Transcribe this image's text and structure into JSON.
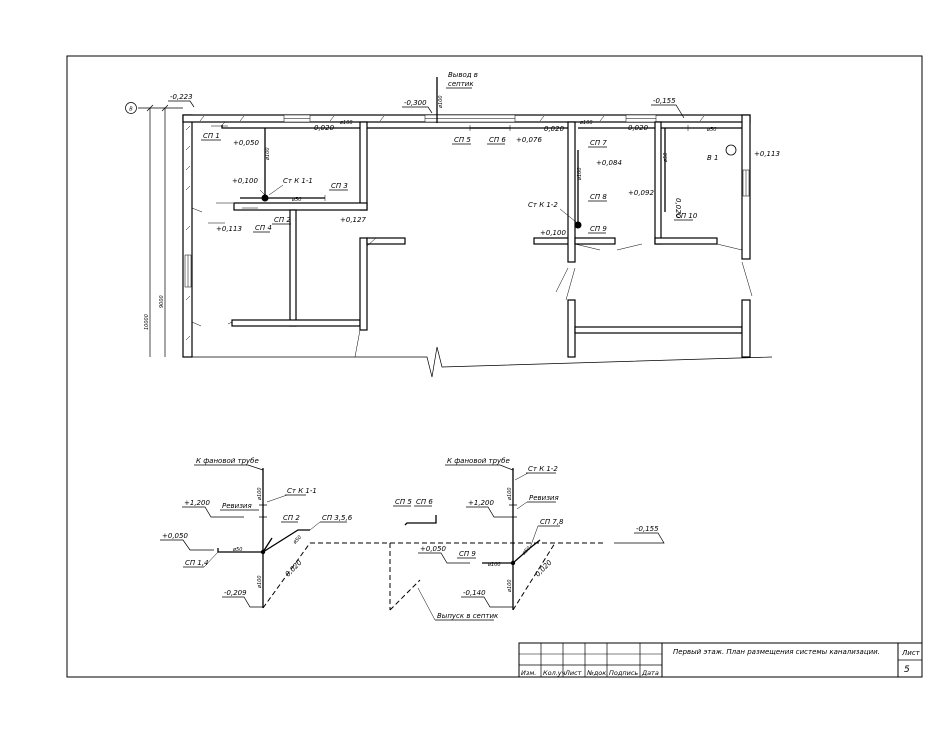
{
  "plan": {
    "axis_letter": "В",
    "dim_outer": "10000",
    "dim_inner": "9000",
    "outlet_label_1": "Вывод в",
    "outlet_label_2": "септик",
    "d100": "ø100",
    "d50": "ø50",
    "levels": {
      "l1": "-0,223",
      "l2": "+0,050",
      "l3": "0,020",
      "l4": "-0,300",
      "l5": "+0,076",
      "l6": "0,020",
      "l7": "-0,155",
      "l8": "0,020",
      "l9": "+0,113",
      "l10": "+0,100",
      "l11": "+0,127",
      "l12": "+0,113",
      "l13": "+0,084",
      "l14": "+0,092",
      "l15": "0,020",
      "l16": "+0,100"
    },
    "tags": {
      "sp1": "СП 1",
      "sp2": "СП 2",
      "sp3": "СП 3",
      "sp4": "СП 4",
      "sp5": "СП 5",
      "sp6": "СП 6",
      "sp7": "СП 7",
      "sp8": "СП 8",
      "sp9": "СП 9",
      "sp10": "СП 10",
      "stk11": "Ст К 1-1",
      "stk12": "Ст К 1-2",
      "b1": "В 1"
    }
  },
  "schemes": {
    "left": {
      "vent": "К фановой трубе",
      "riser": "Ст К 1-1",
      "revision": "Ревизия",
      "lvl_top": "+1,200",
      "lvl_mid": "+0,050",
      "lvl_bot": "-0,209",
      "sp2": "СП 2",
      "sp356": "СП 3,5,6",
      "sp14": "СП 1,4",
      "d100a": "ø100",
      "d100b": "ø100",
      "d50a": "ø50",
      "d50b": "ø50",
      "slope": "0,020"
    },
    "right": {
      "vent": "К фановой трубе",
      "riser": "Ст К 1-2",
      "revision": "Ревизия",
      "lvl_top": "+1,200",
      "lvl_mid": "+0,050",
      "lvl_bot": "-0,140",
      "lvl_right": "-0,155",
      "sp5": "СП 5",
      "sp6": "СП 6",
      "sp78": "СП 7,8",
      "sp9": "СП 9",
      "outlet": "Выпуск в септик",
      "d100a": "ø100",
      "d100b": "ø100",
      "d100c": "ø100",
      "d50": "ø50",
      "slope": "0,020"
    }
  },
  "title_block": {
    "title": "Первый этаж. План размещения системы канализации.",
    "sheet_label": "Лист",
    "sheet_number": "5",
    "columns": [
      "Изм.",
      "Кол.уч",
      "Лист",
      "№док.",
      "Подпись",
      "Дата"
    ]
  }
}
